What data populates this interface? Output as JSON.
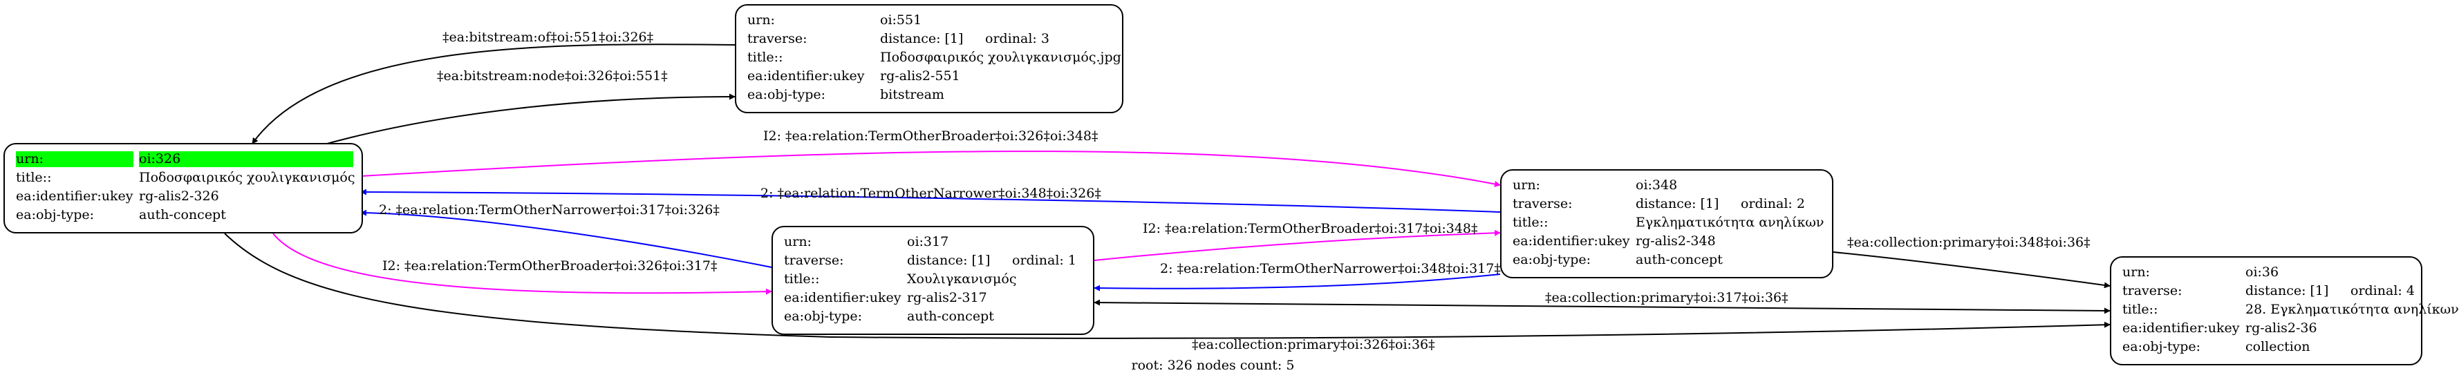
{
  "nodes": {
    "n326": {
      "rows": [
        {
          "key": "urn:",
          "value": "oi:326",
          "highlight": true
        },
        {
          "key": "title::",
          "value": "Ποδοσφαιρικός χουλιγκανισμός"
        },
        {
          "key": "ea:identifier:ukey",
          "value": "rg-alis2-326"
        },
        {
          "key": "ea:obj-type:",
          "value": "auth-concept"
        }
      ]
    },
    "n551": {
      "rows": [
        {
          "key": "urn:",
          "value": "oi:551"
        },
        {
          "key": "traverse:",
          "value": "distance: [1]",
          "value2": "ordinal: 3"
        },
        {
          "key": "title::",
          "value": "Ποδοσφαιρικός χουλιγκανισμός.jpg"
        },
        {
          "key": "ea:identifier:ukey",
          "value": "rg-alis2-551"
        },
        {
          "key": "ea:obj-type:",
          "value": "bitstream"
        }
      ]
    },
    "n317": {
      "rows": [
        {
          "key": "urn:",
          "value": "oi:317"
        },
        {
          "key": "traverse:",
          "value": "distance: [1]",
          "value2": "ordinal: 1"
        },
        {
          "key": "title::",
          "value": "Χουλιγκανισμός"
        },
        {
          "key": "ea:identifier:ukey",
          "value": "rg-alis2-317"
        },
        {
          "key": "ea:obj-type:",
          "value": "auth-concept"
        }
      ]
    },
    "n348": {
      "rows": [
        {
          "key": "urn:",
          "value": "oi:348"
        },
        {
          "key": "traverse:",
          "value": "distance: [1]",
          "value2": "ordinal: 2"
        },
        {
          "key": "title::",
          "value": "Εγκληματικότητα ανηλίκων"
        },
        {
          "key": "ea:identifier:ukey",
          "value": "rg-alis2-348"
        },
        {
          "key": "ea:obj-type:",
          "value": "auth-concept"
        }
      ]
    },
    "n36": {
      "rows": [
        {
          "key": "urn:",
          "value": "oi:36"
        },
        {
          "key": "traverse:",
          "value": "distance: [1]",
          "value2": "ordinal: 4"
        },
        {
          "key": "title::",
          "value": "28. Εγκληματικότητα ανηλίκων"
        },
        {
          "key": "ea:identifier:ukey",
          "value": "rg-alis2-36"
        },
        {
          "key": "ea:obj-type:",
          "value": "collection"
        }
      ]
    }
  },
  "edges": [
    {
      "id": "e1",
      "label": "‡ea:bitstream:of‡oi:551‡oi:326‡",
      "color": "#000000"
    },
    {
      "id": "e2",
      "label": "‡ea:bitstream:node‡oi:326‡oi:551‡",
      "color": "#000000"
    },
    {
      "id": "e3",
      "label": "I2: ‡ea:relation:TermOtherBroader‡oi:326‡oi:348‡",
      "color": "#ff00ff"
    },
    {
      "id": "e4",
      "label": "2: ‡ea:relation:TermOtherNarrower‡oi:348‡oi:326‡",
      "color": "#0000ff"
    },
    {
      "id": "e5",
      "label": "2: ‡ea:relation:TermOtherNarrower‡oi:317‡oi:326‡",
      "color": "#0000ff"
    },
    {
      "id": "e6",
      "label": "I2: ‡ea:relation:TermOtherBroader‡oi:326‡oi:317‡",
      "color": "#ff00ff"
    },
    {
      "id": "e7",
      "label": "I2: ‡ea:relation:TermOtherBroader‡oi:317‡oi:348‡",
      "color": "#ff00ff"
    },
    {
      "id": "e8",
      "label": "2: ‡ea:relation:TermOtherNarrower‡oi:348‡oi:317‡",
      "color": "#0000ff"
    },
    {
      "id": "e9",
      "label": "‡ea:collection:primary‡oi:348‡oi:36‡",
      "color": "#000000"
    },
    {
      "id": "e10",
      "label": "‡ea:collection:primary‡oi:317‡oi:36‡",
      "color": "#000000"
    },
    {
      "id": "e11",
      "label": "‡ea:collection:primary‡oi:326‡oi:36‡",
      "color": "#000000"
    }
  ],
  "footer": "root: 326 nodes count: 5",
  "colors": {
    "highlight": "#00ff00",
    "broader": "#ff00ff",
    "narrower": "#0000ff",
    "default": "#000000"
  }
}
